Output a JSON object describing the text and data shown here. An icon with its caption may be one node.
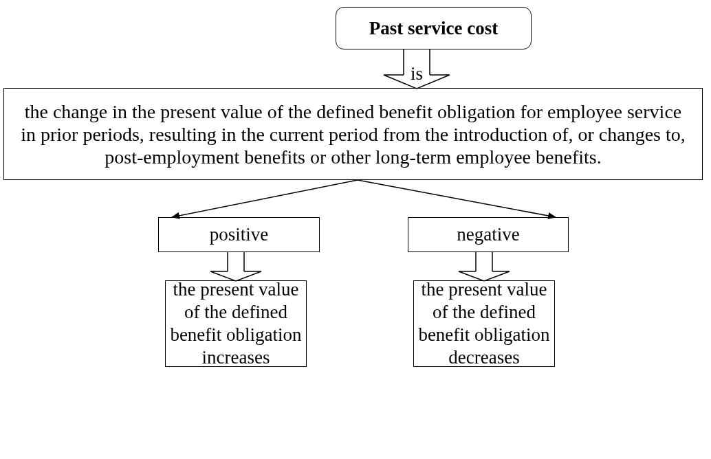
{
  "diagram": {
    "nodes": [
      {
        "text": [
          "Past service cost"
        ]
      },
      {
        "text": [
          "the change in the present value of the defined benefit obligation for employee service in prior periods, resulting in the current period from the introduction of, or changes to, post-employment benefits or other long-term employee benefits."
        ]
      },
      {
        "text": [
          "positive"
        ]
      },
      {
        "text": [
          "negative"
        ]
      },
      {
        "text": [
          "the present value of the defined benefit obligation increases"
        ]
      },
      {
        "text": [
          "the present value of the defined benefit obligation decreases"
        ]
      }
    ],
    "edges": [
      {
        "from": 0,
        "to": 1,
        "arrow": "to",
        "label": "is"
      },
      {
        "from": 1,
        "to": 2,
        "arrow": "to"
      },
      {
        "from": 1,
        "to": 3,
        "arrow": "to"
      },
      {
        "from": 2,
        "to": 4,
        "arrow": "to"
      },
      {
        "from": 3,
        "to": 5,
        "arrow": "to"
      }
    ]
  }
}
